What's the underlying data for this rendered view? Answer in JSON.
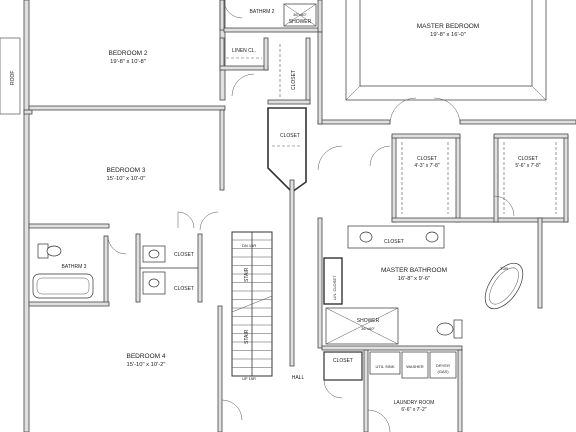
{
  "rooms": {
    "bedroom2": {
      "name": "BEDROOM 2",
      "dims": "19'-8\" x 10'-8\""
    },
    "bedroom3": {
      "name": "BEDROOM 3",
      "dims": "15'-10\" x 10'-0\""
    },
    "bedroom4": {
      "name": "BEDROOM 4",
      "dims": "15'-10\" x 10'-2\""
    },
    "master_bedroom": {
      "name": "MASTER BEDROOM",
      "dims": "19'-8\" x 16'-0\""
    },
    "master_bathroom": {
      "name": "MASTER BATHROOM",
      "dims": "16'-8\" x 9'-6\""
    },
    "laundry": {
      "name": "LAUNDRY ROOM",
      "dims": "6'-6\" x 7'-2\""
    },
    "bathroom2": {
      "name": "BATHRM 2"
    },
    "bathroom3": {
      "name": "BATHRM 3"
    },
    "hall": {
      "name": "HALL"
    }
  },
  "closets": {
    "master_left": {
      "name": "CLOSET",
      "dims": "4'-3\" x 7'-8\""
    },
    "master_right": {
      "name": "CLOSET",
      "dims": "5'-6\" x 7'-8\""
    },
    "generic": "CLOSET",
    "linen": "LINEN CL.",
    "lin_closet": "LIN. CLOSET"
  },
  "fixtures": {
    "shower_top_size": "36\"x60\"",
    "shower_top": "SHOWER",
    "shower_master": "SHOWER",
    "shower_master_size": "36\"x60\"",
    "tub": "TUB",
    "util_sink": "UTIL SINK",
    "washer": "WASHER",
    "dryer": "DRYER",
    "dryer_gas": "(GAS)"
  },
  "stairs": {
    "label": "STAIR",
    "down": "DN 15R",
    "up": "UP 15R"
  },
  "misc": {
    "roof": "ROOF"
  }
}
